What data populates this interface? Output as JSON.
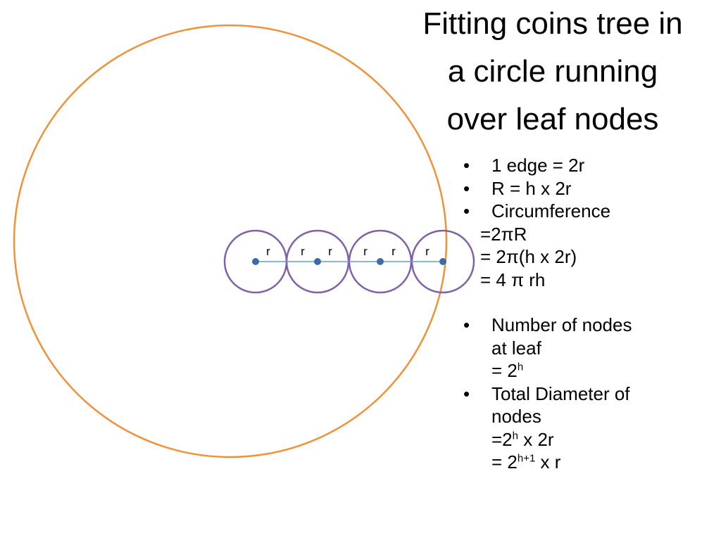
{
  "title_lines": [
    "Fitting coins tree in",
    "a circle running",
    "over leaf nodes"
  ],
  "bullet_char": "•",
  "edge": "1 edge = 2r",
  "big_r": "R = h x 2r",
  "circumference": {
    "label": "Circumference",
    "step1": "=2πR",
    "step2": "= 2π(h x 2r)",
    "step3": "= 4 π rh"
  },
  "leaf_nodes": {
    "line1": "Number of nodes",
    "line2": "at leaf",
    "value_prefix": "= 2",
    "value_exp": "h"
  },
  "total_diameter": {
    "line1": "Total Diameter of",
    "line2": "nodes",
    "step1_prefix": "=2",
    "step1_exp": "h",
    "step1_suffix": " x 2r",
    "step2_prefix": "= 2",
    "step2_exp": "h+1",
    "step2_suffix": " x r"
  },
  "radius_labels": [
    "r",
    "r",
    "r",
    "r",
    "r",
    "r"
  ],
  "colors": {
    "big_circle": "#F0923A",
    "coin_circle": "#8060A8",
    "node_dot": "#3A6CA8",
    "connector": "#6A9AD2"
  }
}
